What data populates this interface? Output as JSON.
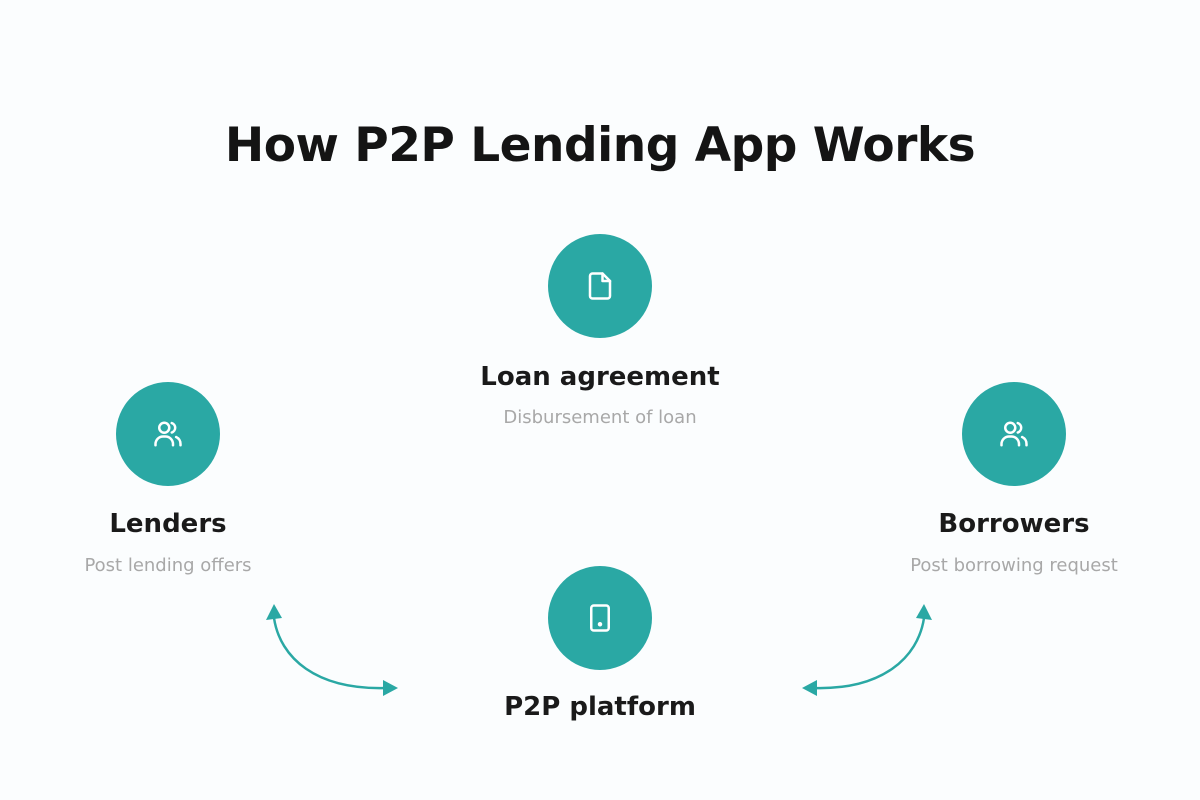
{
  "title": "How P2P Lending App Works",
  "accent_color": "#2aa8a4",
  "nodes": {
    "loan_agreement": {
      "label": "Loan agreement",
      "description": "Disbursement of loan",
      "icon": "document-icon"
    },
    "lenders": {
      "label": "Lenders",
      "description": "Post lending offers",
      "icon": "users-icon"
    },
    "borrowers": {
      "label": "Borrowers",
      "description": "Post borrowing request",
      "icon": "users-icon"
    },
    "platform": {
      "label": "P2P platform",
      "icon": "smartphone-icon"
    }
  }
}
